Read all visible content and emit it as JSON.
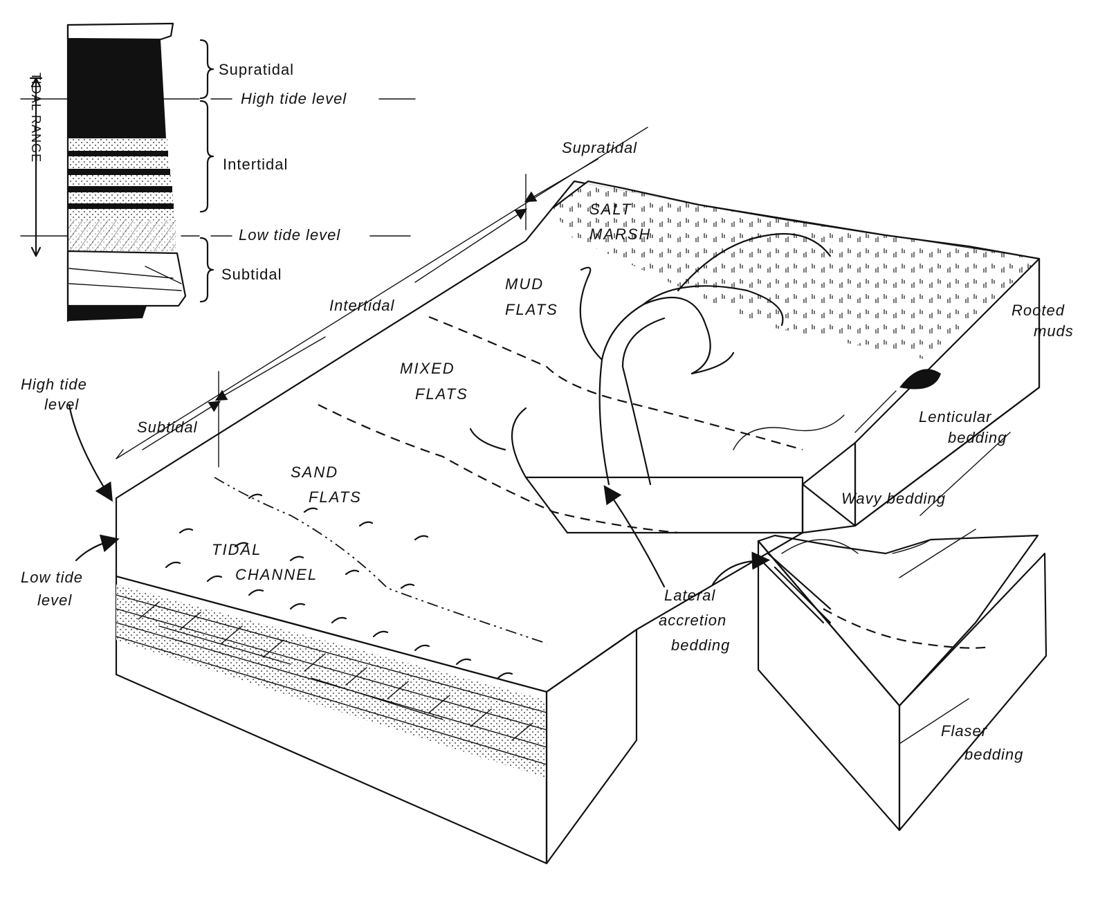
{
  "column": {
    "supratidal": "Supratidal",
    "high_tide_level": "High tide level",
    "intertidal": "Intertidal",
    "low_tide_level": "Low tide level",
    "subtidal": "Subtidal",
    "tidal_range": "TIDAL RANGE"
  },
  "zones": {
    "supratidal": "Supratidal",
    "intertidal": "Intertidal",
    "subtidal": "Subtidal"
  },
  "environments": {
    "salt_marsh_1": "SALT",
    "salt_marsh_2": "MARSH",
    "mud_flats_1": "MUD",
    "mud_flats_2": "FLATS",
    "mixed_flats_1": "MIXED",
    "mixed_flats_2": "FLATS",
    "sand_flats_1": "SAND",
    "sand_flats_2": "FLATS",
    "tidal_channel_1": "TIDAL",
    "tidal_channel_2": "CHANNEL"
  },
  "side_labels": {
    "high_tide_1": "High tide",
    "high_tide_2": "level",
    "low_tide_1": "Low tide",
    "low_tide_2": "level"
  },
  "bedding": {
    "rooted_muds_1": "Rooted",
    "rooted_muds_2": "muds",
    "lenticular_1": "Lenticular",
    "lenticular_2": "bedding",
    "wavy": "Wavy bedding",
    "lateral_1": "Lateral",
    "lateral_2": "accretion",
    "lateral_3": "bedding",
    "flaser_1": "Flaser",
    "flaser_2": "bedding"
  }
}
